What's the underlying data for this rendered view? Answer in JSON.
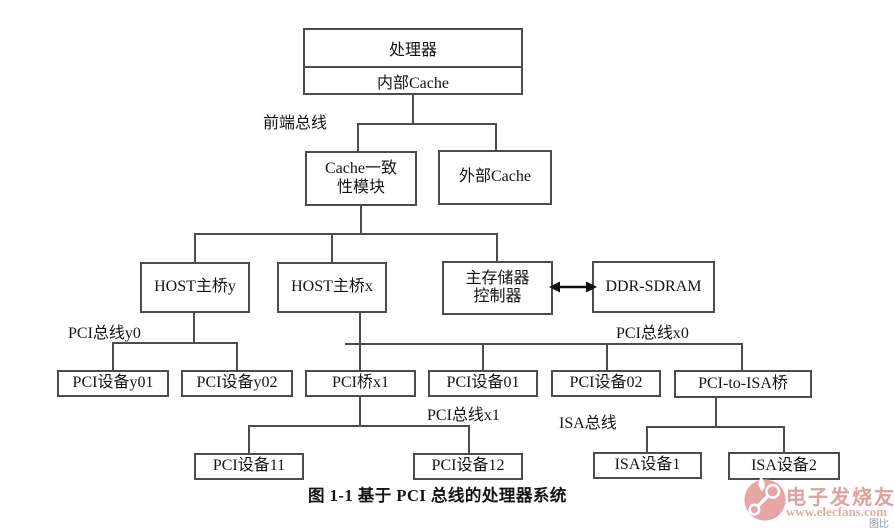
{
  "diagram": {
    "caption": "图 1-1 基于 PCI 总线的处理器系统",
    "nodes": {
      "processor": "处理器",
      "internal_cache": "内部Cache",
      "cache_coherence": "Cache一致\n性模块",
      "external_cache": "外部Cache",
      "host_bridge_y": "HOST主桥y",
      "host_bridge_x": "HOST主桥x",
      "mem_controller": "主存储器\n控制器",
      "ddr_sdram": "DDR-SDRAM",
      "pci_dev_y01": "PCI设备y01",
      "pci_dev_y02": "PCI设备y02",
      "pci_bridge_x1": "PCI桥x1",
      "pci_dev_01": "PCI设备01",
      "pci_dev_02": "PCI设备02",
      "pci_to_isa": "PCI-to-ISA桥",
      "pci_dev_11": "PCI设备11",
      "pci_dev_12": "PCI设备12",
      "isa_dev_1": "ISA设备1",
      "isa_dev_2": "ISA设备2"
    },
    "bus_labels": {
      "front_side_bus": "前端总线",
      "pci_bus_y0": "PCI总线y0",
      "pci_bus_x0": "PCI总线x0",
      "pci_bus_x1": "PCI总线x1",
      "isa_bus": "ISA总线"
    },
    "line_color": "#4c4c4c",
    "text_color": "#141414"
  },
  "watermark": {
    "brand": "电子发烧友",
    "url": "www.elecfans.com",
    "color": "#dfa0a0",
    "url_color": "#e4abab",
    "corner_text": "图比"
  }
}
